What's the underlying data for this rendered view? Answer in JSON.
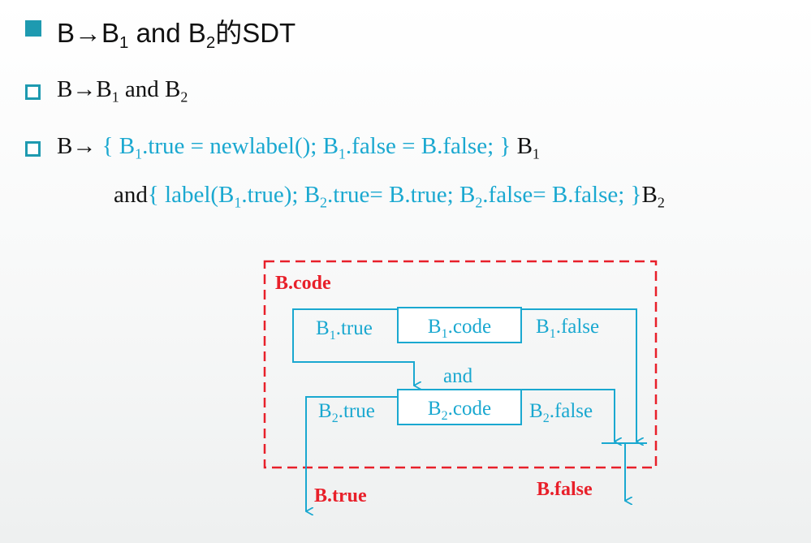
{
  "title": {
    "a": "B→B",
    "a_sub": "1",
    "b": " and B",
    "b_sub": "2",
    "c": "的SDT"
  },
  "bullet1": {
    "a": "B→B",
    "a_sub": "1",
    "b": " and B",
    "b_sub": "2"
  },
  "bullet2": {
    "head": "B→",
    "t1": " { B",
    "t1_sub": "1",
    "t2": ".true = newlabel(); B",
    "t2_sub": "1",
    "t3": ".false = B.false; }",
    "tail": " B",
    "tail_sub": "1"
  },
  "line4": {
    "head": "and",
    "t1": "{ label(B",
    "t1_sub": "1",
    "t2": ".true); B",
    "t2_sub": "2",
    "t3": ".true= B.true; B",
    "t3_sub": "2",
    "t4": ".false= B.false; }",
    "tail": "B",
    "tail_sub": "2"
  },
  "diagram": {
    "frame_label": "B.code",
    "b1_true": "B",
    "b1_true_sub": "1",
    "b1_true_rest": ".true",
    "b1_code": "B",
    "b1_code_sub": "1",
    "b1_code_rest": ".code",
    "b1_false": "B",
    "b1_false_sub": "1",
    "b1_false_rest": ".false",
    "and_label": "and",
    "b2_true": "B",
    "b2_true_sub": "2",
    "b2_true_rest": ".true",
    "b2_code": "B",
    "b2_code_sub": "2",
    "b2_code_rest": ".code",
    "b2_false": "B",
    "b2_false_sub": "2",
    "b2_false_rest": ".false",
    "out_true": "B.true",
    "out_false": "B.false"
  },
  "colors": {
    "accent": "#1e9ab0",
    "flow": "#1aa8d0",
    "frame": "#e8202a",
    "text": "#111111"
  }
}
